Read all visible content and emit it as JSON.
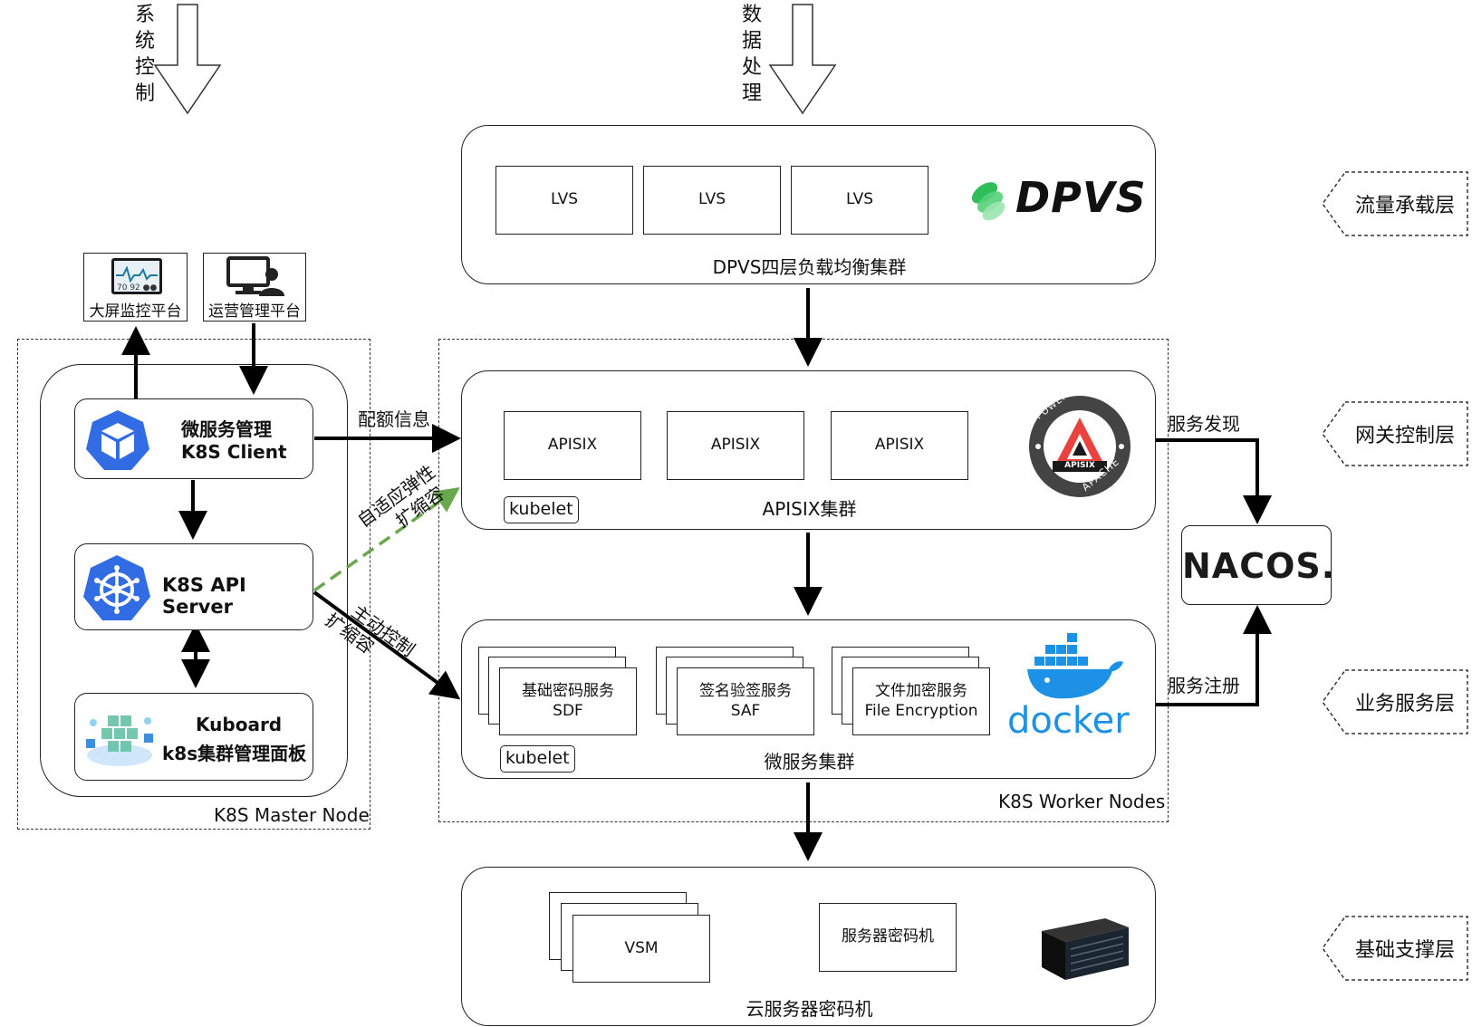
{
  "top": {
    "system_control": "系统控制",
    "data_processing": "数据处理"
  },
  "dpvs": {
    "lvs": [
      "LVS",
      "LVS",
      "LVS"
    ],
    "logo": "DPVS",
    "caption": "DPVS四层负载均衡集群"
  },
  "master": {
    "label": "K8S Master Node",
    "monitor_platform": "大屏监控平台",
    "ops_platform": "运营管理平台",
    "monitor_readout": "70 92 ●●",
    "client_line1": "微服务管理",
    "client_line2": "K8S Client",
    "api_server": "K8S API Server",
    "kuboard_line1": "Kuboard",
    "kuboard_line2": "k8s集群管理面板"
  },
  "edges": {
    "quota_info": "配额信息",
    "adaptive_line1": "自适应弹性",
    "adaptive_line2": "扩缩容",
    "active_line1": "主动控制",
    "active_line2": "扩缩容",
    "service_discovery": "服务发现",
    "service_register": "服务注册"
  },
  "worker": {
    "label": "K8S Worker Nodes",
    "apisix": [
      "APISIX",
      "APISIX",
      "APISIX"
    ],
    "apisix_kubelet": "kubelet",
    "apisix_caption": "APISIX集群",
    "apisix_badge_top": "POWERED BY",
    "apisix_badge_mid": "APISIX",
    "apisix_badge_bottom": "APACHE",
    "services": [
      {
        "line1": "基础密码服务",
        "line2": "SDF"
      },
      {
        "line1": "签名验签服务",
        "line2": "SAF"
      },
      {
        "line1": "文件加密服务",
        "line2": "File Encryption"
      }
    ],
    "ms_kubelet": "kubelet",
    "ms_caption": "微服务集群",
    "docker_logo": "docker"
  },
  "nacos": {
    "logo": "NACOS."
  },
  "cloud": {
    "vsm": "VSM",
    "server_hsm": "服务器密码机",
    "caption": "云服务器密码机"
  },
  "layers": [
    "流量承载层",
    "网关控制层",
    "业务服务层",
    "基础支撑层"
  ],
  "colors": {
    "k8s_blue": "#326CE5",
    "dashed_arrow_green": "#6AA84F",
    "dpvs_green": "#2EBD59",
    "apisix_red": "#E8433E",
    "docker_blue": "#1D91E6",
    "nacos_cyan": "#27B6E6"
  }
}
